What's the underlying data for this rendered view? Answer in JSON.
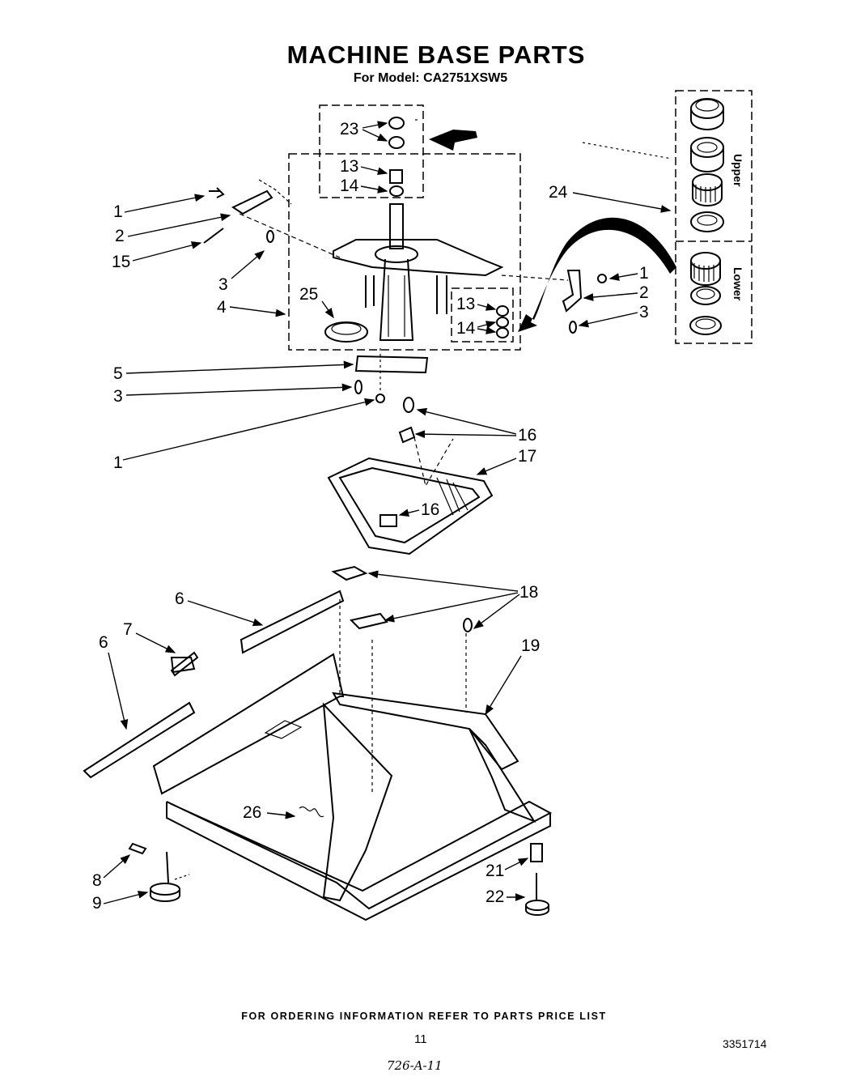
{
  "title": "MACHINE BASE PARTS",
  "subtitle": "For Model: CA2751XSW5",
  "bearing_labels": {
    "upper": "Upper",
    "lower": "Lower"
  },
  "callouts": [
    {
      "id": "c1a",
      "text": "1"
    },
    {
      "id": "c2a",
      "text": "2"
    },
    {
      "id": "c15",
      "text": "15"
    },
    {
      "id": "c3a",
      "text": "3"
    },
    {
      "id": "c4",
      "text": "4"
    },
    {
      "id": "c25",
      "text": "25"
    },
    {
      "id": "c23",
      "text": "23"
    },
    {
      "id": "c13a",
      "text": "13"
    },
    {
      "id": "c14a",
      "text": "14"
    },
    {
      "id": "c24",
      "text": "24"
    },
    {
      "id": "c1b",
      "text": "1"
    },
    {
      "id": "c2b",
      "text": "2"
    },
    {
      "id": "c3b",
      "text": "3"
    },
    {
      "id": "c13b",
      "text": "13"
    },
    {
      "id": "c14b",
      "text": "14"
    },
    {
      "id": "c5",
      "text": "5"
    },
    {
      "id": "c3c",
      "text": "3"
    },
    {
      "id": "c1c",
      "text": "1"
    },
    {
      "id": "c16a",
      "text": "16"
    },
    {
      "id": "c17",
      "text": "17"
    },
    {
      "id": "c16b",
      "text": "16"
    },
    {
      "id": "c6a",
      "text": "6"
    },
    {
      "id": "c18",
      "text": "18"
    },
    {
      "id": "c7",
      "text": "7"
    },
    {
      "id": "c6b",
      "text": "6"
    },
    {
      "id": "c19",
      "text": "19"
    },
    {
      "id": "c26",
      "text": "26"
    },
    {
      "id": "c8",
      "text": "8"
    },
    {
      "id": "c9",
      "text": "9"
    },
    {
      "id": "c21",
      "text": "21"
    },
    {
      "id": "c22",
      "text": "22"
    }
  ],
  "footer": {
    "ordering_note": "FOR ORDERING INFORMATION REFER TO PARTS PRICE LIST",
    "page_number": "11",
    "document_number": "3351714",
    "handwritten_note": "726-A-11"
  }
}
